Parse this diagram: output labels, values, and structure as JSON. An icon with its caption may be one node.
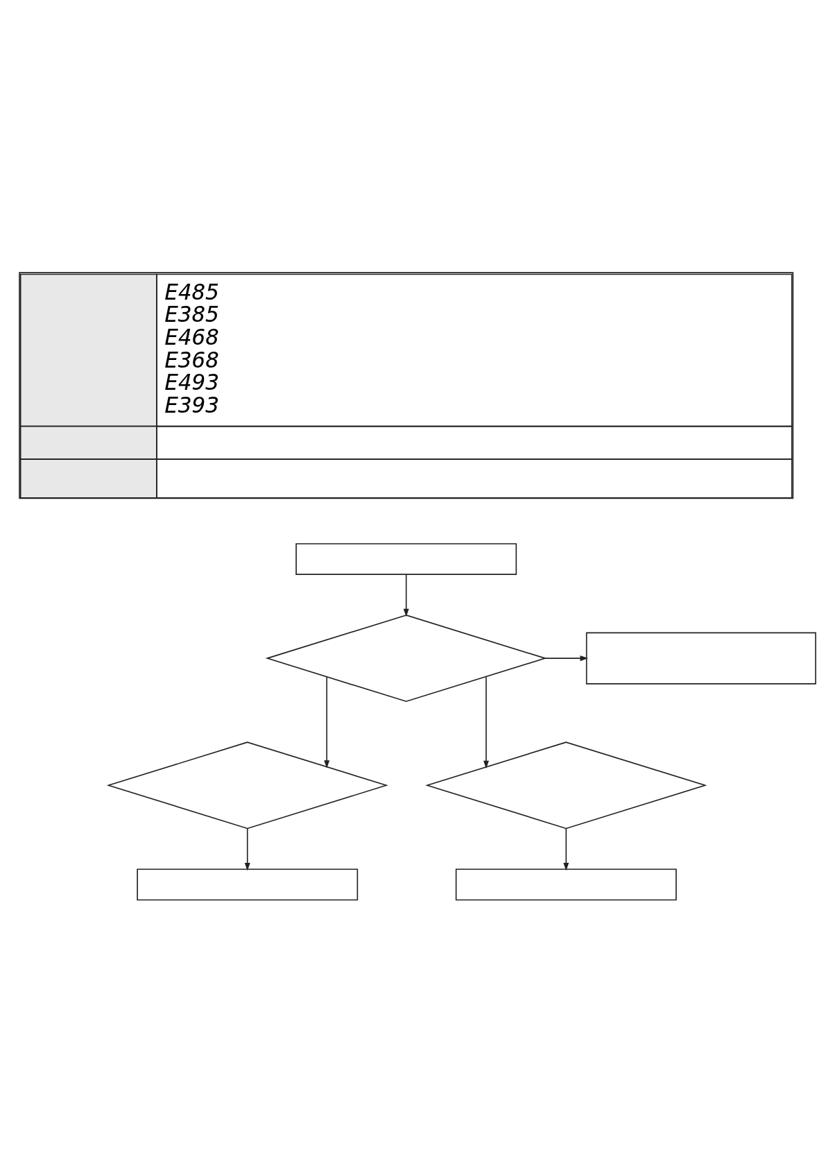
{
  "diagram": {
    "nodes": [
      {
        "text": [],
        "shape": "box"
      },
      {
        "text": [],
        "shape": "diamond"
      },
      {
        "text": [],
        "shape": "box"
      },
      {
        "text": [],
        "shape": "diamond"
      },
      {
        "text": [],
        "shape": "diamond"
      },
      {
        "text": [],
        "shape": "box"
      },
      {
        "text": [],
        "shape": "box"
      }
    ],
    "edges": [
      {
        "from": 0,
        "to": 1,
        "arrow": "to"
      },
      {
        "from": 1,
        "to": 2,
        "arrow": "to"
      },
      {
        "from": 1,
        "to": 3,
        "arrow": "to"
      },
      {
        "from": 1,
        "to": 4,
        "arrow": "to"
      },
      {
        "from": 3,
        "to": 5,
        "arrow": "to"
      },
      {
        "from": 4,
        "to": 6,
        "arrow": "to"
      }
    ],
    "labels": [
      "E485",
      "E385",
      "E468",
      "E368",
      "E493",
      "E393"
    ]
  }
}
